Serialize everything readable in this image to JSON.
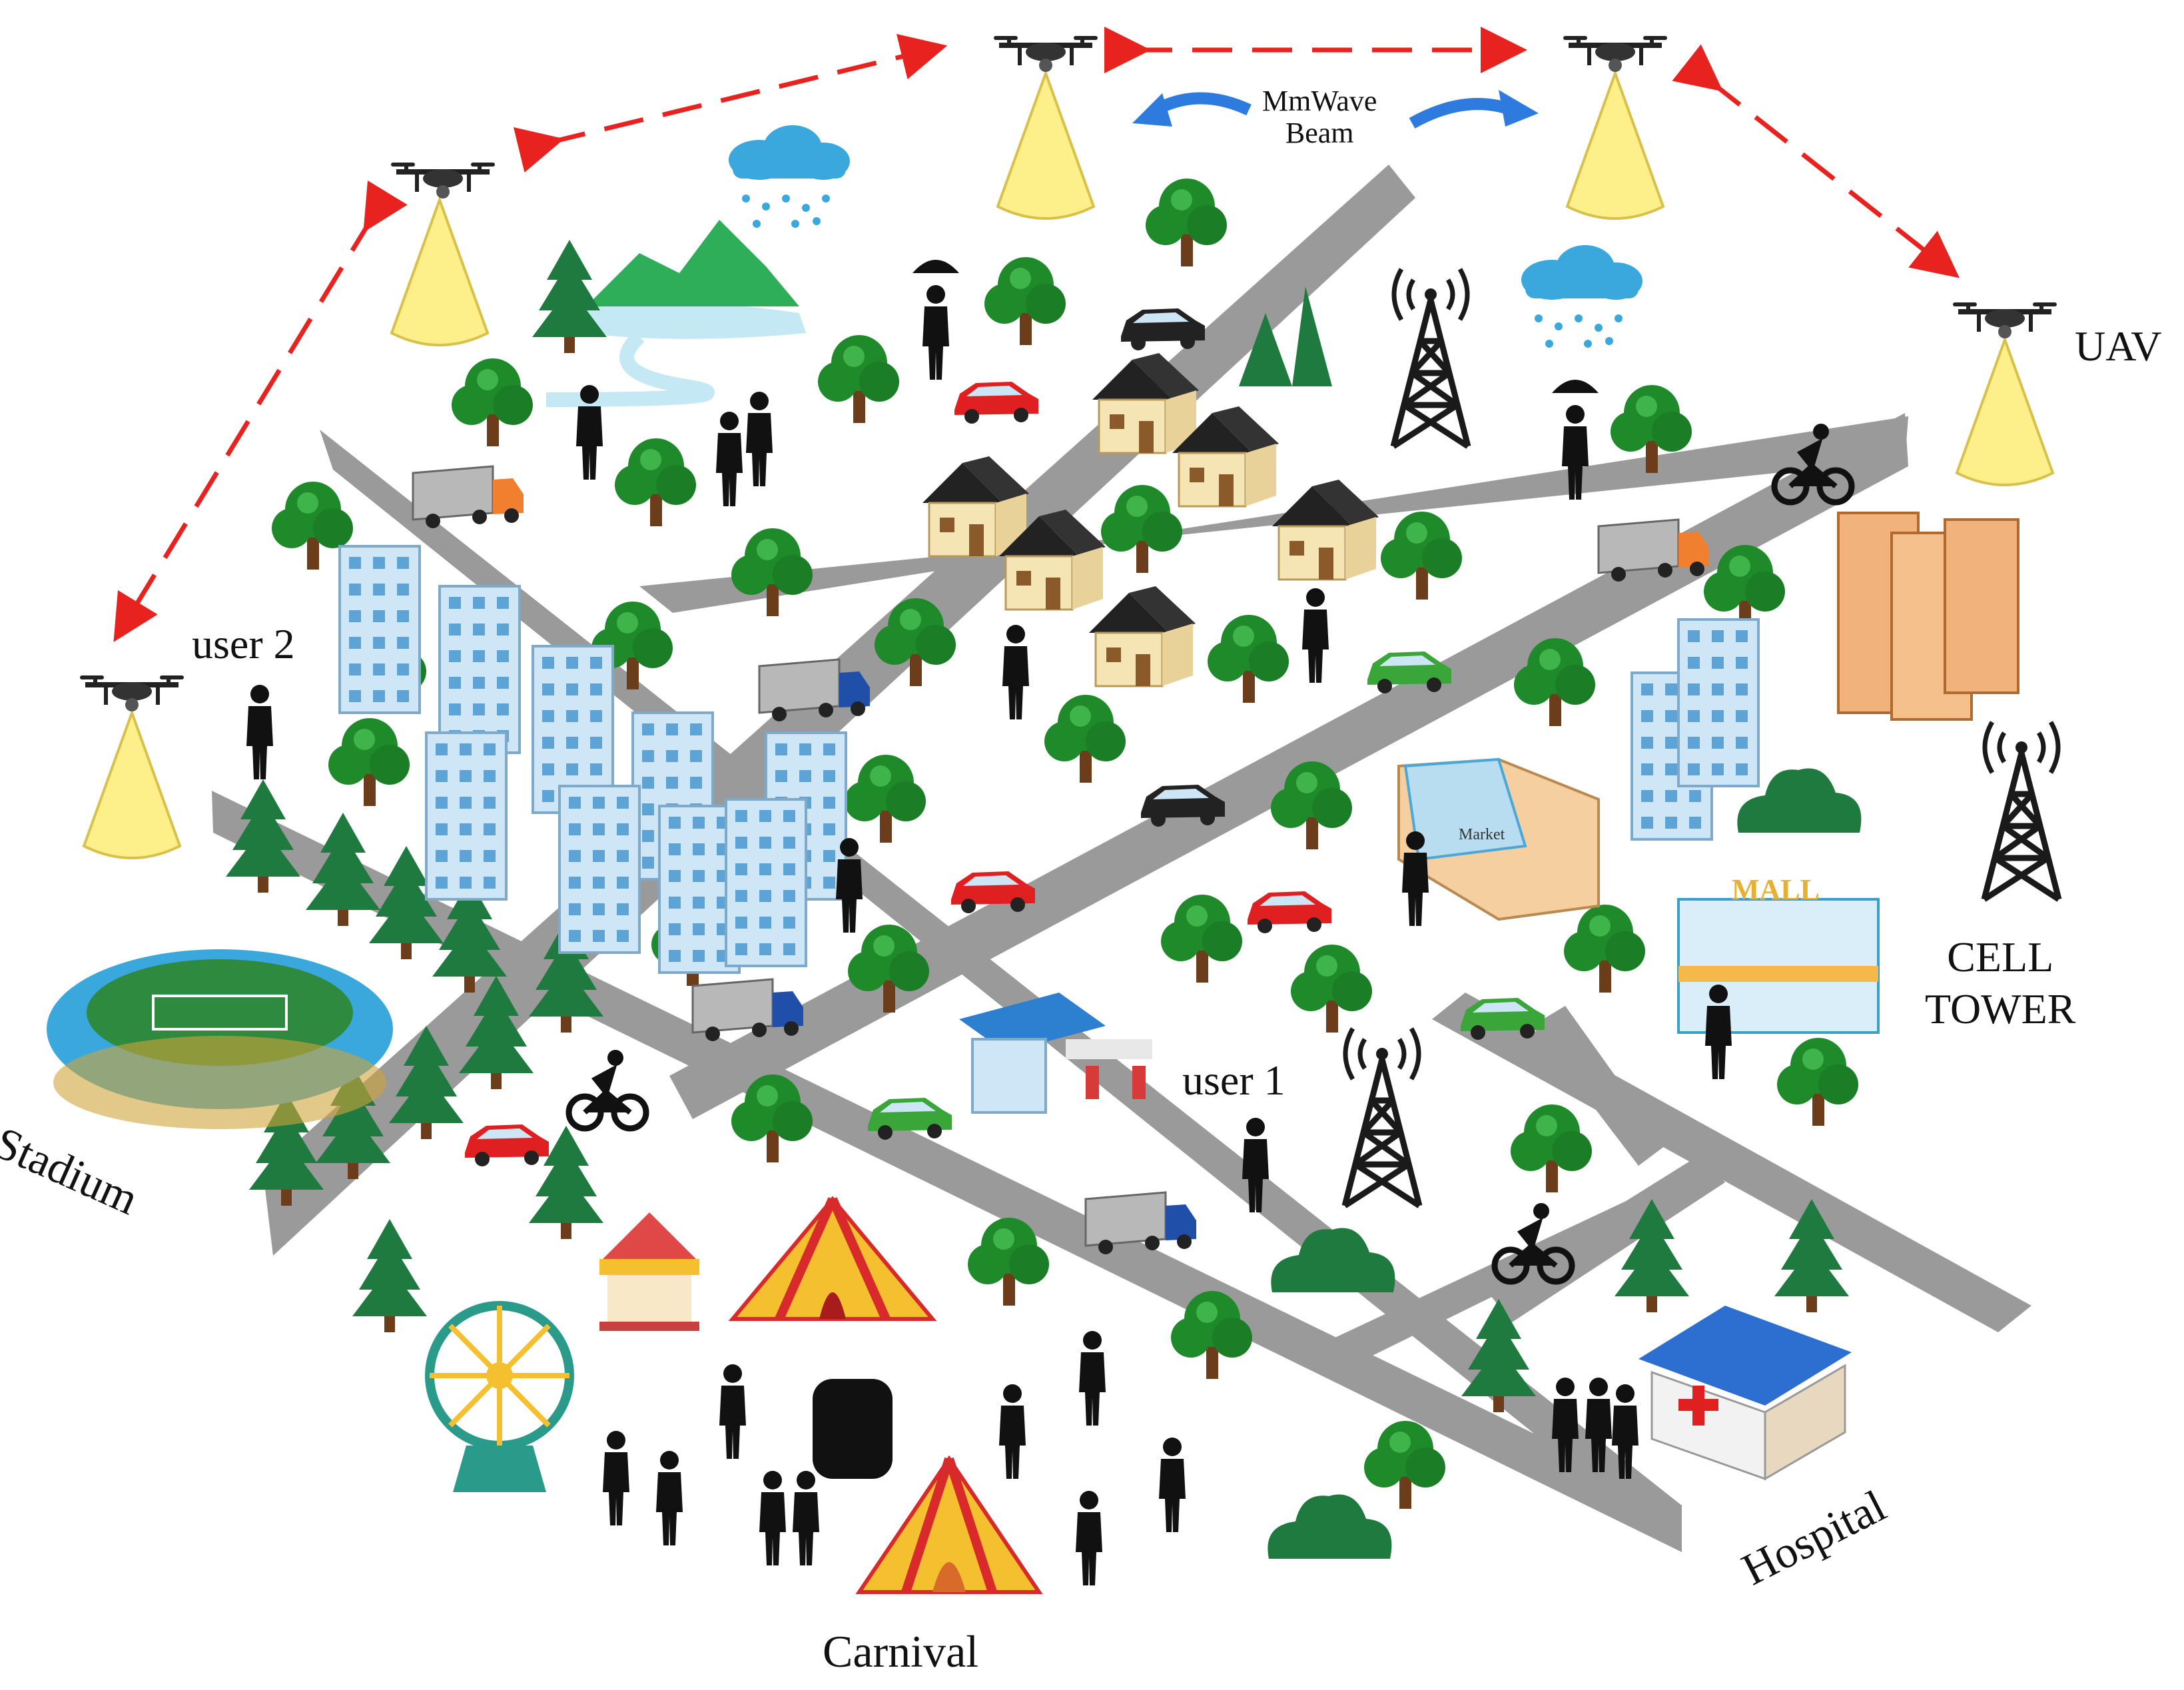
{
  "labels": {
    "mmwave_line1": "MmWave",
    "mmwave_line2": "Beam",
    "uav": "UAV",
    "user1": "user 1",
    "user2": "user 2",
    "cell_tower_line1": "CELL",
    "cell_tower_line2": "TOWER",
    "stadium": "Stadium",
    "carnival": "Carnival",
    "hospital": "Hospital",
    "mall_sign": "MALL",
    "market_sign": "Market"
  },
  "colors": {
    "road": "#9a9a9a",
    "road_edge": "#8a8a8a",
    "link_arrow": "#e8231f",
    "beam_arrow": "#2e7be0",
    "uav_beam": "#fdf08a",
    "uav_beam_edge": "#d9c04a",
    "tree": "#1e8a2a",
    "pine": "#1f7a3f",
    "person": "#111111",
    "car_red": "#e02020",
    "car_green": "#3aa63a",
    "truck_blue": "#1f4fa8",
    "rain_cloud": "#3aa8dc",
    "tower": "#1a1a1a"
  },
  "icons": [
    "uav-drone-icon",
    "mmwave-beam-cone-icon",
    "rain-cloud-icon",
    "cell-tower-icon",
    "tree-icon",
    "pine-tree-icon",
    "house-icon",
    "office-building-icon",
    "car-icon",
    "truck-icon",
    "cyclist-icon",
    "person-icon",
    "stadium-icon",
    "circus-tent-icon",
    "ferris-wheel-icon",
    "carousel-icon",
    "hospital-icon",
    "mall-icon",
    "market-icon",
    "gas-station-icon",
    "mountain-lake-icon",
    "bush-icon"
  ]
}
